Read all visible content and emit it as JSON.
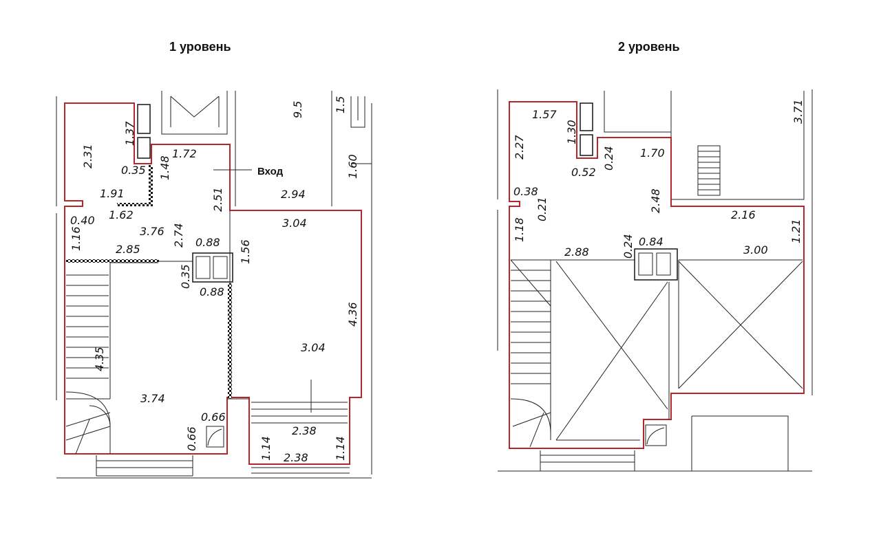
{
  "levels": [
    {
      "title": "1 уровень",
      "entrance_label": "Вход",
      "dims": [
        "2.31",
        "1.37",
        "1.72",
        "1.48",
        "0.35",
        "1.91",
        "1.62",
        "0.40",
        "2.51",
        "2.94",
        "9.5",
        "1.5",
        "1.60",
        "3.04",
        "3.76",
        "2.74",
        "0.88",
        "1.56",
        "1.16",
        "2.85",
        "0.35",
        "0.88",
        "4.36",
        "3.04",
        "4.35",
        "3.74",
        "0.66",
        "0.66",
        "2.38",
        "1.14",
        "2.38",
        "1.14"
      ]
    },
    {
      "title": "2 уровень",
      "dims": [
        "1.57",
        "1.30",
        "2.27",
        "0.24",
        "1.70",
        "3.71",
        "0.52",
        "0.38",
        "0.21",
        "2.48",
        "2.16",
        "1.18",
        "1.21",
        "0.24",
        "0.84",
        "2.88",
        "3.00"
      ]
    }
  ]
}
